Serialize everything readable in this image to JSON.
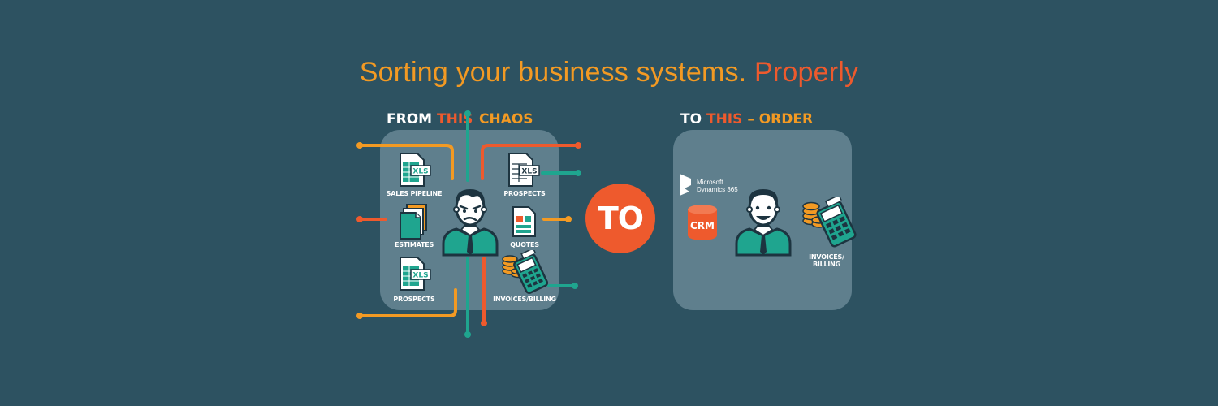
{
  "headline": {
    "main": "Sorting your business systems.",
    "accent": "Properly"
  },
  "from_section": {
    "title_word1": "FROM",
    "title_word2": "THIS",
    "title_word3": "CHAOS",
    "items": [
      {
        "label": "SALES PIPELINE",
        "icon": "xls-spreadsheet-icon"
      },
      {
        "label": "ESTIMATES",
        "icon": "stacked-documents-icon"
      },
      {
        "label": "PROSPECTS",
        "icon": "xls-spreadsheet-icon"
      },
      {
        "label": "PROSPECTS",
        "icon": "xls-document-icon"
      },
      {
        "label": "QUOTES",
        "icon": "quote-document-icon"
      },
      {
        "label": "INVOICES/BILLING",
        "icon": "calculator-coins-icon"
      }
    ],
    "person_icon": "stressed-businessman-icon"
  },
  "to_badge": {
    "label": "TO"
  },
  "to_section": {
    "title_word1": "TO",
    "title_word2": "THIS",
    "title_word3": "– ORDER",
    "ms_line1": "Microsoft",
    "ms_line2": "Dynamics 365",
    "crm_label": "CRM",
    "invoices_label": "INVOICES/ BILLING",
    "person_icon": "happy-businessman-icon"
  },
  "colors": {
    "background": "#2d5261",
    "panel": "#5f7f8d",
    "orange": "#f39a23",
    "red": "#ee5a2d",
    "teal": "#1fa58f"
  }
}
